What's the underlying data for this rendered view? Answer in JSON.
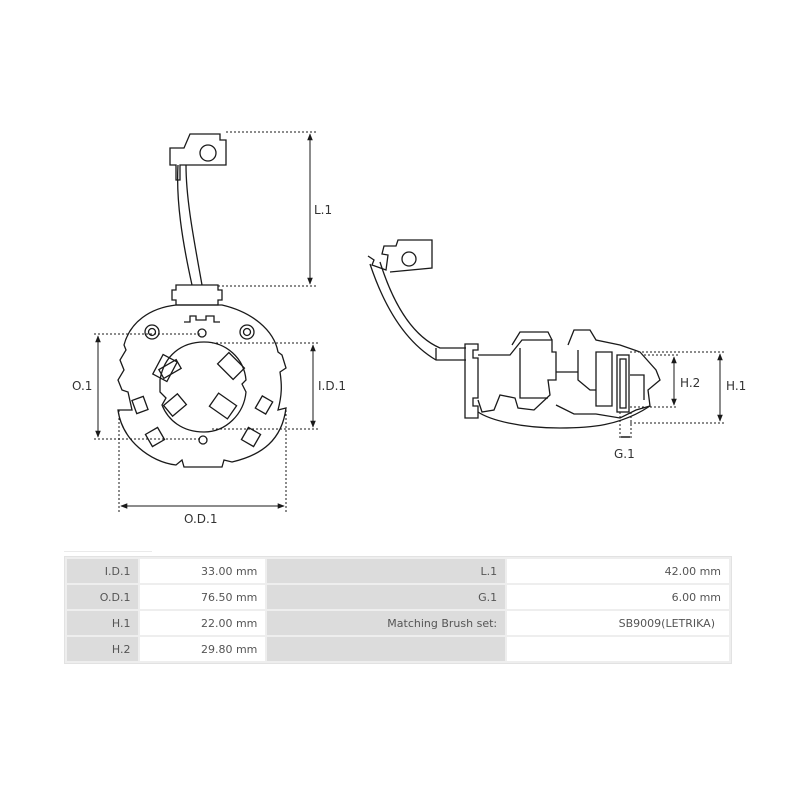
{
  "diagram": {
    "top_view": {
      "dimension_labels": {
        "length": "L.1",
        "outer_height": "O.1",
        "inner_diameter": "I.D.1",
        "outer_diameter": "O.D.1"
      }
    },
    "side_view": {
      "dimension_labels": {
        "height_2": "H.2",
        "height_1": "H.1",
        "gap": "G.1"
      }
    }
  },
  "specs": {
    "rows": [
      {
        "label_a": "I.D.1",
        "value_a": "33.00 mm",
        "label_b": "L.1",
        "value_b": "42.00 mm"
      },
      {
        "label_a": "O.D.1",
        "value_a": "76.50 mm",
        "label_b": "G.1",
        "value_b": "6.00 mm"
      },
      {
        "label_a": "H.1",
        "value_a": "22.00 mm",
        "label_b": "Matching Brush set:",
        "value_b": "SB9009(LETRIKA)"
      },
      {
        "label_a": "H.2",
        "value_a": "29.80 mm",
        "label_b": "",
        "value_b": ""
      }
    ]
  },
  "colors": {
    "line": "#1a1a1a",
    "label_cell": "#dcdcdc",
    "value_cell": "#ffffff",
    "text": "#555555"
  }
}
